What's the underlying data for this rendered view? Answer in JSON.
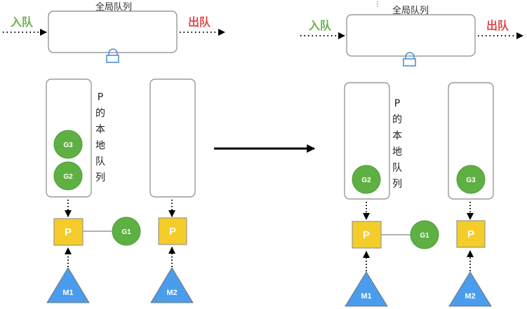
{
  "colors": {
    "goroutine": "#5fb043",
    "processor": "#f5cd2a",
    "machine": "#4a9ced",
    "enqueue": "#6ab04c",
    "dequeue": "#e04a4a",
    "lock": "#4a90d9"
  },
  "before": {
    "global_queue": {
      "title": "全局队列",
      "enqueue_label": "入队",
      "dequeue_label": "出队"
    },
    "local_queue_label": [
      "P",
      "的",
      "本",
      "地",
      "队",
      "列"
    ],
    "left": {
      "queue": [
        "G3",
        "G2"
      ],
      "processor": "P",
      "running": "G1",
      "machine": "M1"
    },
    "right": {
      "queue": [],
      "processor": "P",
      "machine": "M2"
    }
  },
  "after": {
    "global_queue": {
      "title": "全局队列",
      "enqueue_label": "入队",
      "dequeue_label": "出队"
    },
    "local_queue_label": [
      "P",
      "的",
      "本",
      "地",
      "队",
      "列"
    ],
    "left": {
      "queue": [
        "G2"
      ],
      "processor": "P",
      "running": "G1",
      "machine": "M1"
    },
    "right": {
      "queue": [
        "G3"
      ],
      "processor": "P",
      "machine": "M2"
    }
  }
}
